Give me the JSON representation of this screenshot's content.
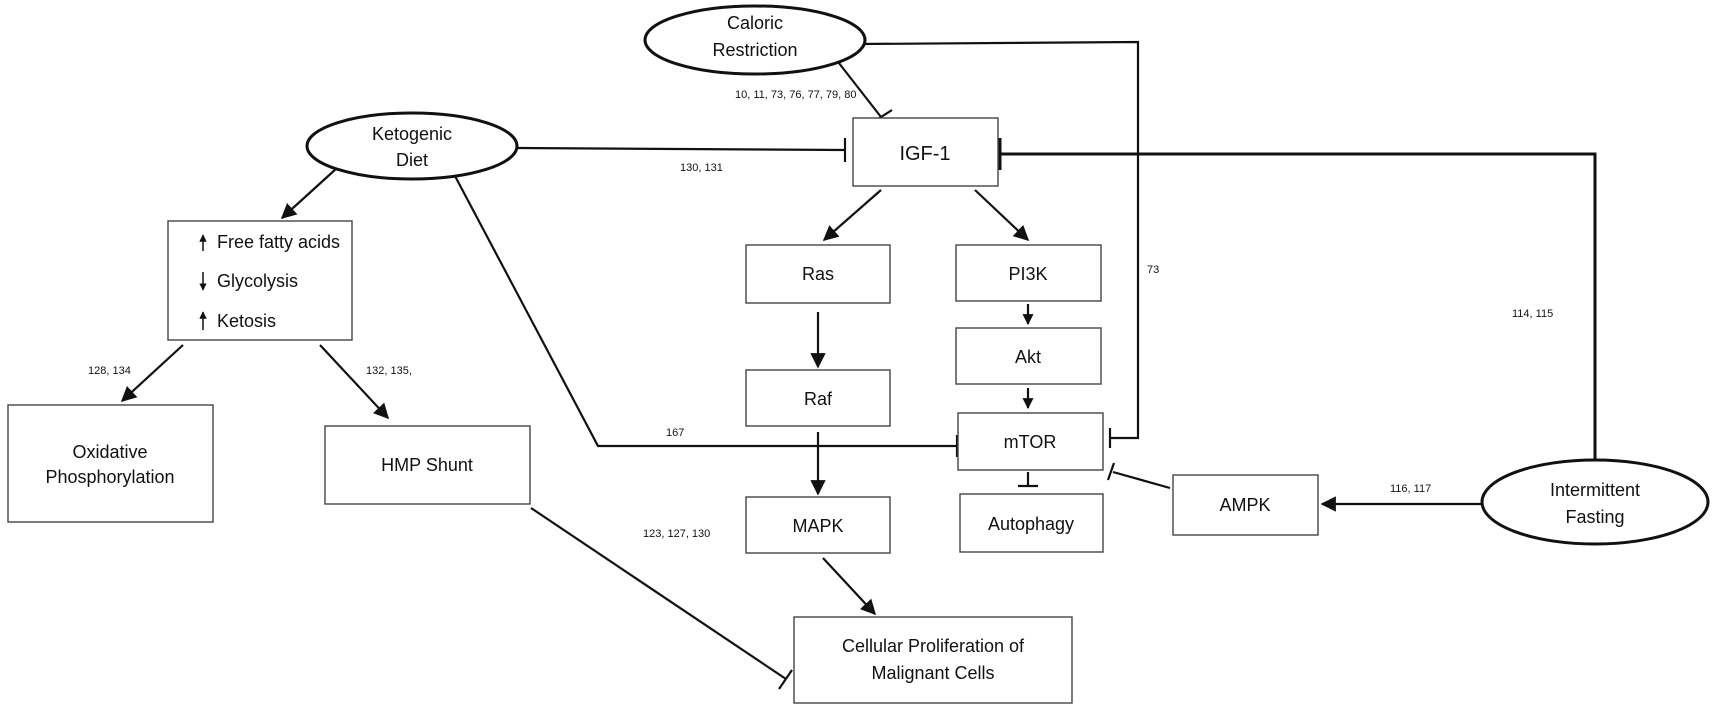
{
  "nodes": {
    "caloric_restriction": {
      "line1": "Caloric",
      "line2": "Restriction"
    },
    "ketogenic_diet": {
      "line1": "Ketogenic",
      "line2": "Diet"
    },
    "intermittent_fasting": {
      "line1": "Intermittent",
      "line2": "Fasting"
    },
    "igf1": "IGF-1",
    "ras": "Ras",
    "raf": "Raf",
    "mapk": "MAPK",
    "pi3k": "PI3K",
    "akt": "Akt",
    "mtor": "mTOR",
    "autophagy": "Autophagy",
    "ampk": "AMPK",
    "metabolic_effects": {
      "free_fatty_acids": "Free fatty acids",
      "glycolysis": "Glycolysis",
      "ketosis": "Ketosis"
    },
    "oxidative_phosphorylation": {
      "line1": "Oxidative",
      "line2": "Phosphorylation"
    },
    "hmp_shunt": "HMP Shunt",
    "proliferation": {
      "line1": "Cellular Proliferation of",
      "line2": "Malignant Cells"
    }
  },
  "references": {
    "cr_igf1": "10, 11, 73, 76, 77, 79, 80",
    "kd_igf1": "130, 131",
    "cr_mtor": "73",
    "if_igf1": "114, 115",
    "if_ampk": "116, 117",
    "kd_mtor": "167",
    "meta_oxphos": "128, 134",
    "meta_hmp": "132, 135,",
    "hmp_prolif": "123, 127, 130"
  },
  "colors": {
    "stroke": "#111111",
    "box_border": "#444444",
    "background": "#ffffff"
  }
}
